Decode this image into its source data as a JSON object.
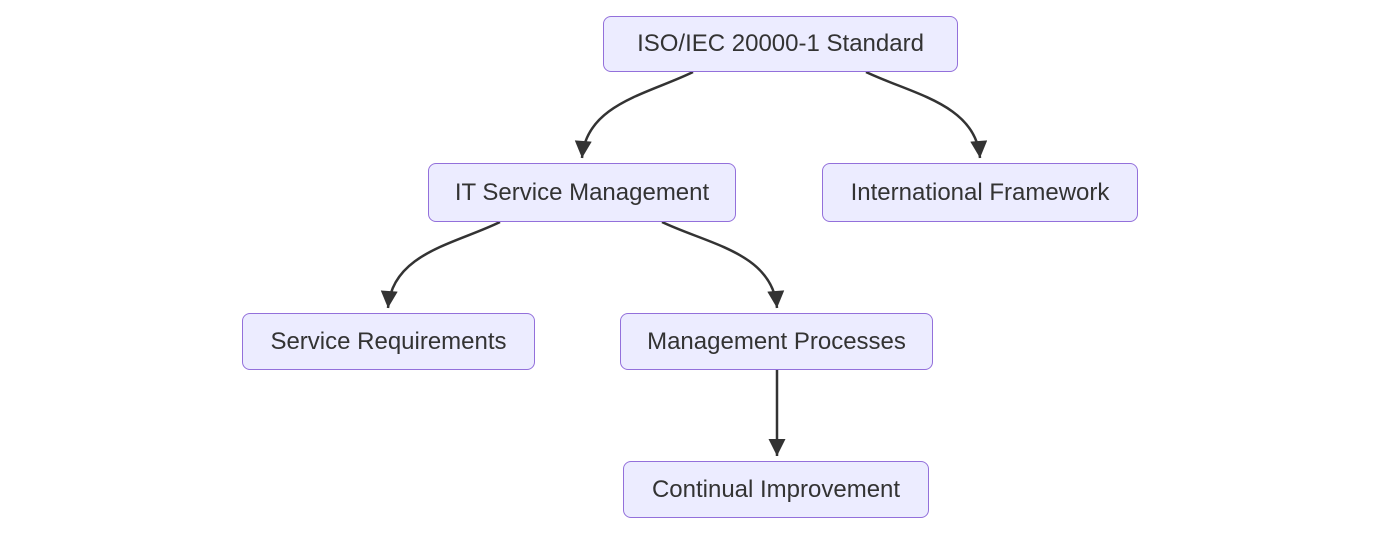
{
  "diagram": {
    "type": "flowchart",
    "direction": "top-down",
    "nodes": [
      {
        "id": "root",
        "label": "ISO/IEC 20000-1 Standard"
      },
      {
        "id": "itsm",
        "label": "IT Service Management"
      },
      {
        "id": "framework",
        "label": "International Framework"
      },
      {
        "id": "requirements",
        "label": "Service Requirements"
      },
      {
        "id": "processes",
        "label": "Management Processes"
      },
      {
        "id": "improvement",
        "label": "Continual Improvement"
      }
    ],
    "edges": [
      {
        "from": "root",
        "to": "itsm"
      },
      {
        "from": "root",
        "to": "framework"
      },
      {
        "from": "itsm",
        "to": "requirements"
      },
      {
        "from": "itsm",
        "to": "processes"
      },
      {
        "from": "processes",
        "to": "improvement"
      }
    ],
    "colors": {
      "background": "#FFFFFF",
      "node_fill": "#ECECFF",
      "node_border": "#9370DB",
      "node_text": "#333333",
      "edge": "#333333"
    }
  }
}
